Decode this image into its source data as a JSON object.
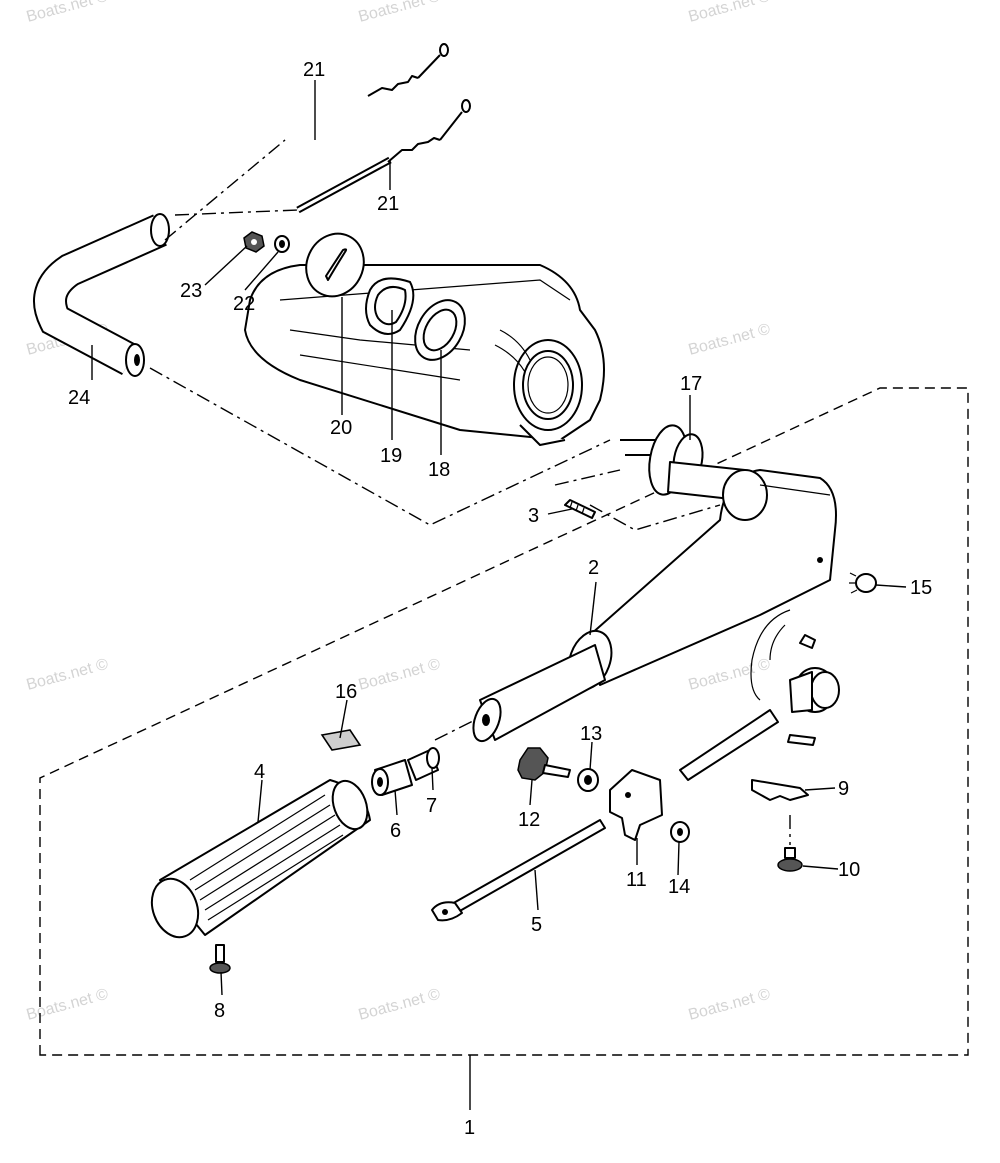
{
  "diagram": {
    "watermark": "Boats.net ©",
    "callouts": [
      {
        "id": "c1",
        "text": "1"
      },
      {
        "id": "c2",
        "text": "2"
      },
      {
        "id": "c3",
        "text": "3"
      },
      {
        "id": "c4",
        "text": "4"
      },
      {
        "id": "c5",
        "text": "5"
      },
      {
        "id": "c6",
        "text": "6"
      },
      {
        "id": "c7",
        "text": "7"
      },
      {
        "id": "c8",
        "text": "8"
      },
      {
        "id": "c9",
        "text": "9"
      },
      {
        "id": "c10",
        "text": "10"
      },
      {
        "id": "c11",
        "text": "11"
      },
      {
        "id": "c12",
        "text": "12"
      },
      {
        "id": "c13",
        "text": "13"
      },
      {
        "id": "c14",
        "text": "14"
      },
      {
        "id": "c15",
        "text": "15"
      },
      {
        "id": "c16",
        "text": "16"
      },
      {
        "id": "c17",
        "text": "17"
      },
      {
        "id": "c18",
        "text": "18"
      },
      {
        "id": "c19",
        "text": "19"
      },
      {
        "id": "c20",
        "text": "20"
      },
      {
        "id": "c21a",
        "text": "21"
      },
      {
        "id": "c21b",
        "text": "21"
      },
      {
        "id": "c22",
        "text": "22"
      },
      {
        "id": "c23",
        "text": "23"
      },
      {
        "id": "c24",
        "text": "24"
      }
    ]
  }
}
